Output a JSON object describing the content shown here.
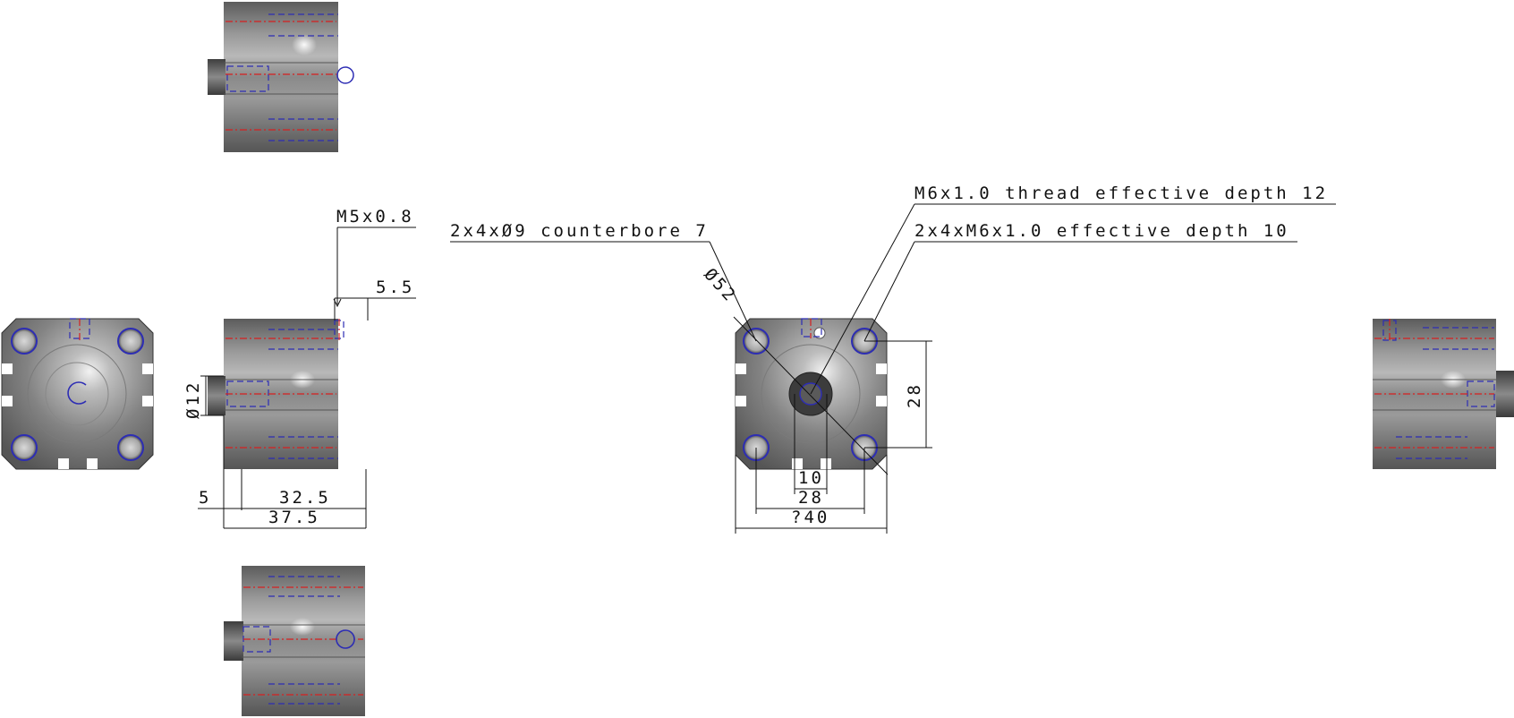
{
  "views": {
    "top": "top-view",
    "left": "left-end-view",
    "front": "front-view",
    "right_end": "right-end-view",
    "right": "right-side-view",
    "bottom": "bottom-view"
  },
  "annotations": {
    "port_thread": "M5x0.8",
    "port_offset": "5.5",
    "rod_diameter": "Ø12",
    "rod_extension": "5",
    "body_length": "32.5",
    "total_length": "37.5",
    "counterbore": "2x4xØ9 counterbore 7",
    "center_thread": "M6x1.0 thread effective depth 12",
    "mount_thread": "2x4xM6x1.0 effective depth 10",
    "bolt_circle": "Ø52",
    "hole_pitch_v": "28",
    "hole_pitch_h": "28",
    "rod_flat": "10",
    "body_width": "?40"
  },
  "colors": {
    "body_dark": "#6e6e6e",
    "body_light": "#d8d8d8",
    "hidden_blue": "#2d2db4",
    "center_red": "#d62020",
    "dim_line": "#111111"
  }
}
